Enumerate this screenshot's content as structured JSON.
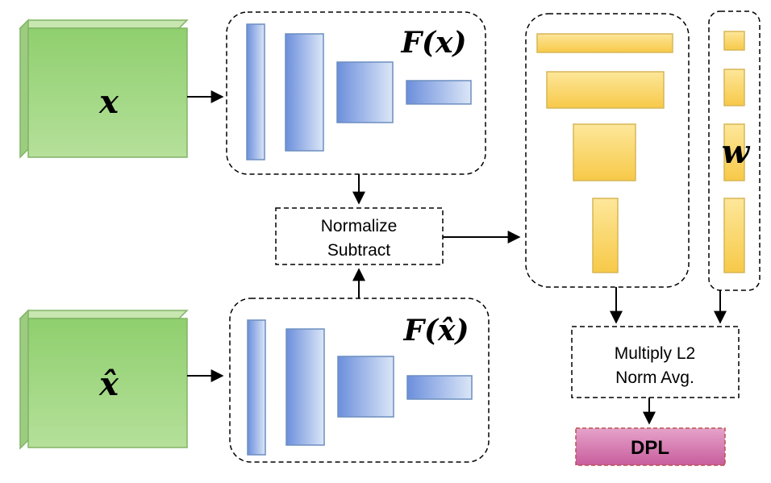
{
  "inputs": {
    "top": "x",
    "bottom": "x̂"
  },
  "networks": {
    "top": "F(x)",
    "bottom": "F(x̂)"
  },
  "normalize_box": {
    "line1": "Normalize",
    "line2": "Subtract"
  },
  "weights_label": "w",
  "multiply_box": {
    "line1": "Multiply L2",
    "line2": "Norm Avg."
  },
  "output_label": "DPL",
  "colors": {
    "input_green": "#a9d18e",
    "input_green_dark": "#82b366",
    "layer_blue": "#7ea6e0",
    "feature_yellow": "#ffd966",
    "feature_yellow_dark": "#d6b656",
    "output_pink": "#e6a0c4"
  }
}
